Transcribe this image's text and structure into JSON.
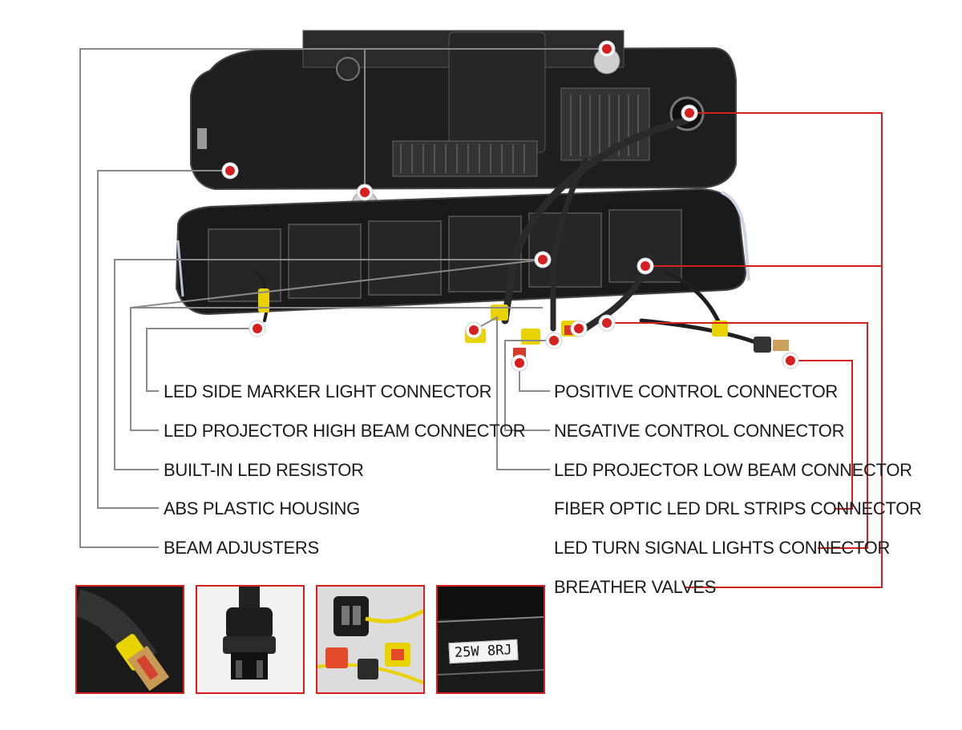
{
  "callouts": {
    "left": [
      {
        "id": "led-side-marker",
        "text": "LED SIDE MARKER LIGHT CONNECTOR"
      },
      {
        "id": "led-projector-high",
        "text": "LED PROJECTOR HIGH BEAM CONNECTOR"
      },
      {
        "id": "built-in-resistor",
        "text": "BUILT-IN LED RESISTOR"
      },
      {
        "id": "abs-housing",
        "text": "ABS PLASTIC HOUSING"
      },
      {
        "id": "beam-adjusters",
        "text": "BEAM ADJUSTERS"
      }
    ],
    "right": [
      {
        "id": "positive-control",
        "text": "POSITIVE CONTROL CONNECTOR"
      },
      {
        "id": "negative-control",
        "text": "NEGATIVE CONTROL CONNECTOR"
      },
      {
        "id": "led-projector-low",
        "text": "LED PROJECTOR LOW BEAM CONNECTOR"
      },
      {
        "id": "fiber-optic-drl",
        "text": "FIBER OPTIC LED DRL STRIPS CONNECTOR"
      },
      {
        "id": "led-turn-signal",
        "text": "LED TURN SIGNAL LIGHTS CONNECTOR"
      },
      {
        "id": "breather-valves",
        "text": "BREATHER VALVES"
      }
    ]
  },
  "resistor_stamp": "25W 8RJ",
  "colors": {
    "callout_red": "#d61f1f",
    "leader_gray": "#8a8a8a",
    "housing_dark": "#1c1c1c",
    "connector_yellow": "#e8d200"
  }
}
